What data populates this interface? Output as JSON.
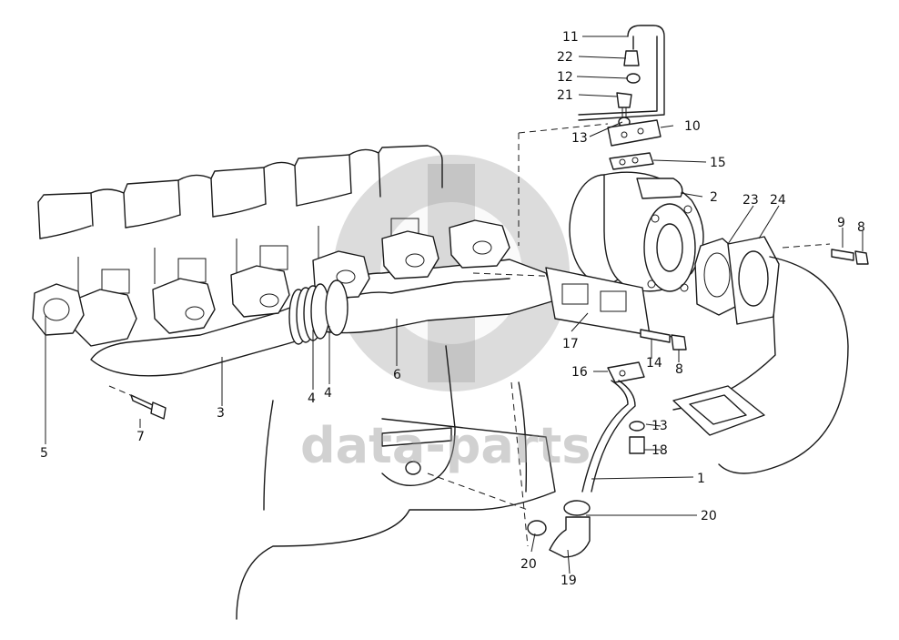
{
  "watermark": {
    "text": "data-parts"
  },
  "callouts": [
    {
      "id": "c11",
      "text": "11"
    },
    {
      "id": "c22",
      "text": "22"
    },
    {
      "id": "c12",
      "text": "12"
    },
    {
      "id": "c21",
      "text": "21"
    },
    {
      "id": "c10",
      "text": "10"
    },
    {
      "id": "c13a",
      "text": "13"
    },
    {
      "id": "c15",
      "text": "15"
    },
    {
      "id": "c2",
      "text": "2"
    },
    {
      "id": "c23",
      "text": "23"
    },
    {
      "id": "c24",
      "text": "24"
    },
    {
      "id": "c9",
      "text": "9"
    },
    {
      "id": "c8a",
      "text": "8"
    },
    {
      "id": "c17",
      "text": "17"
    },
    {
      "id": "c14",
      "text": "14"
    },
    {
      "id": "c8b",
      "text": "8"
    },
    {
      "id": "c16",
      "text": "16"
    },
    {
      "id": "c13b",
      "text": "13"
    },
    {
      "id": "c18",
      "text": "18"
    },
    {
      "id": "c1",
      "text": "1"
    },
    {
      "id": "c20a",
      "text": "20"
    },
    {
      "id": "c20b",
      "text": "20"
    },
    {
      "id": "c19",
      "text": "19"
    },
    {
      "id": "c6",
      "text": "6"
    },
    {
      "id": "c4a",
      "text": "4"
    },
    {
      "id": "c4b",
      "text": "4"
    },
    {
      "id": "c3",
      "text": "3"
    },
    {
      "id": "c7",
      "text": "7"
    },
    {
      "id": "c5",
      "text": "5"
    }
  ]
}
